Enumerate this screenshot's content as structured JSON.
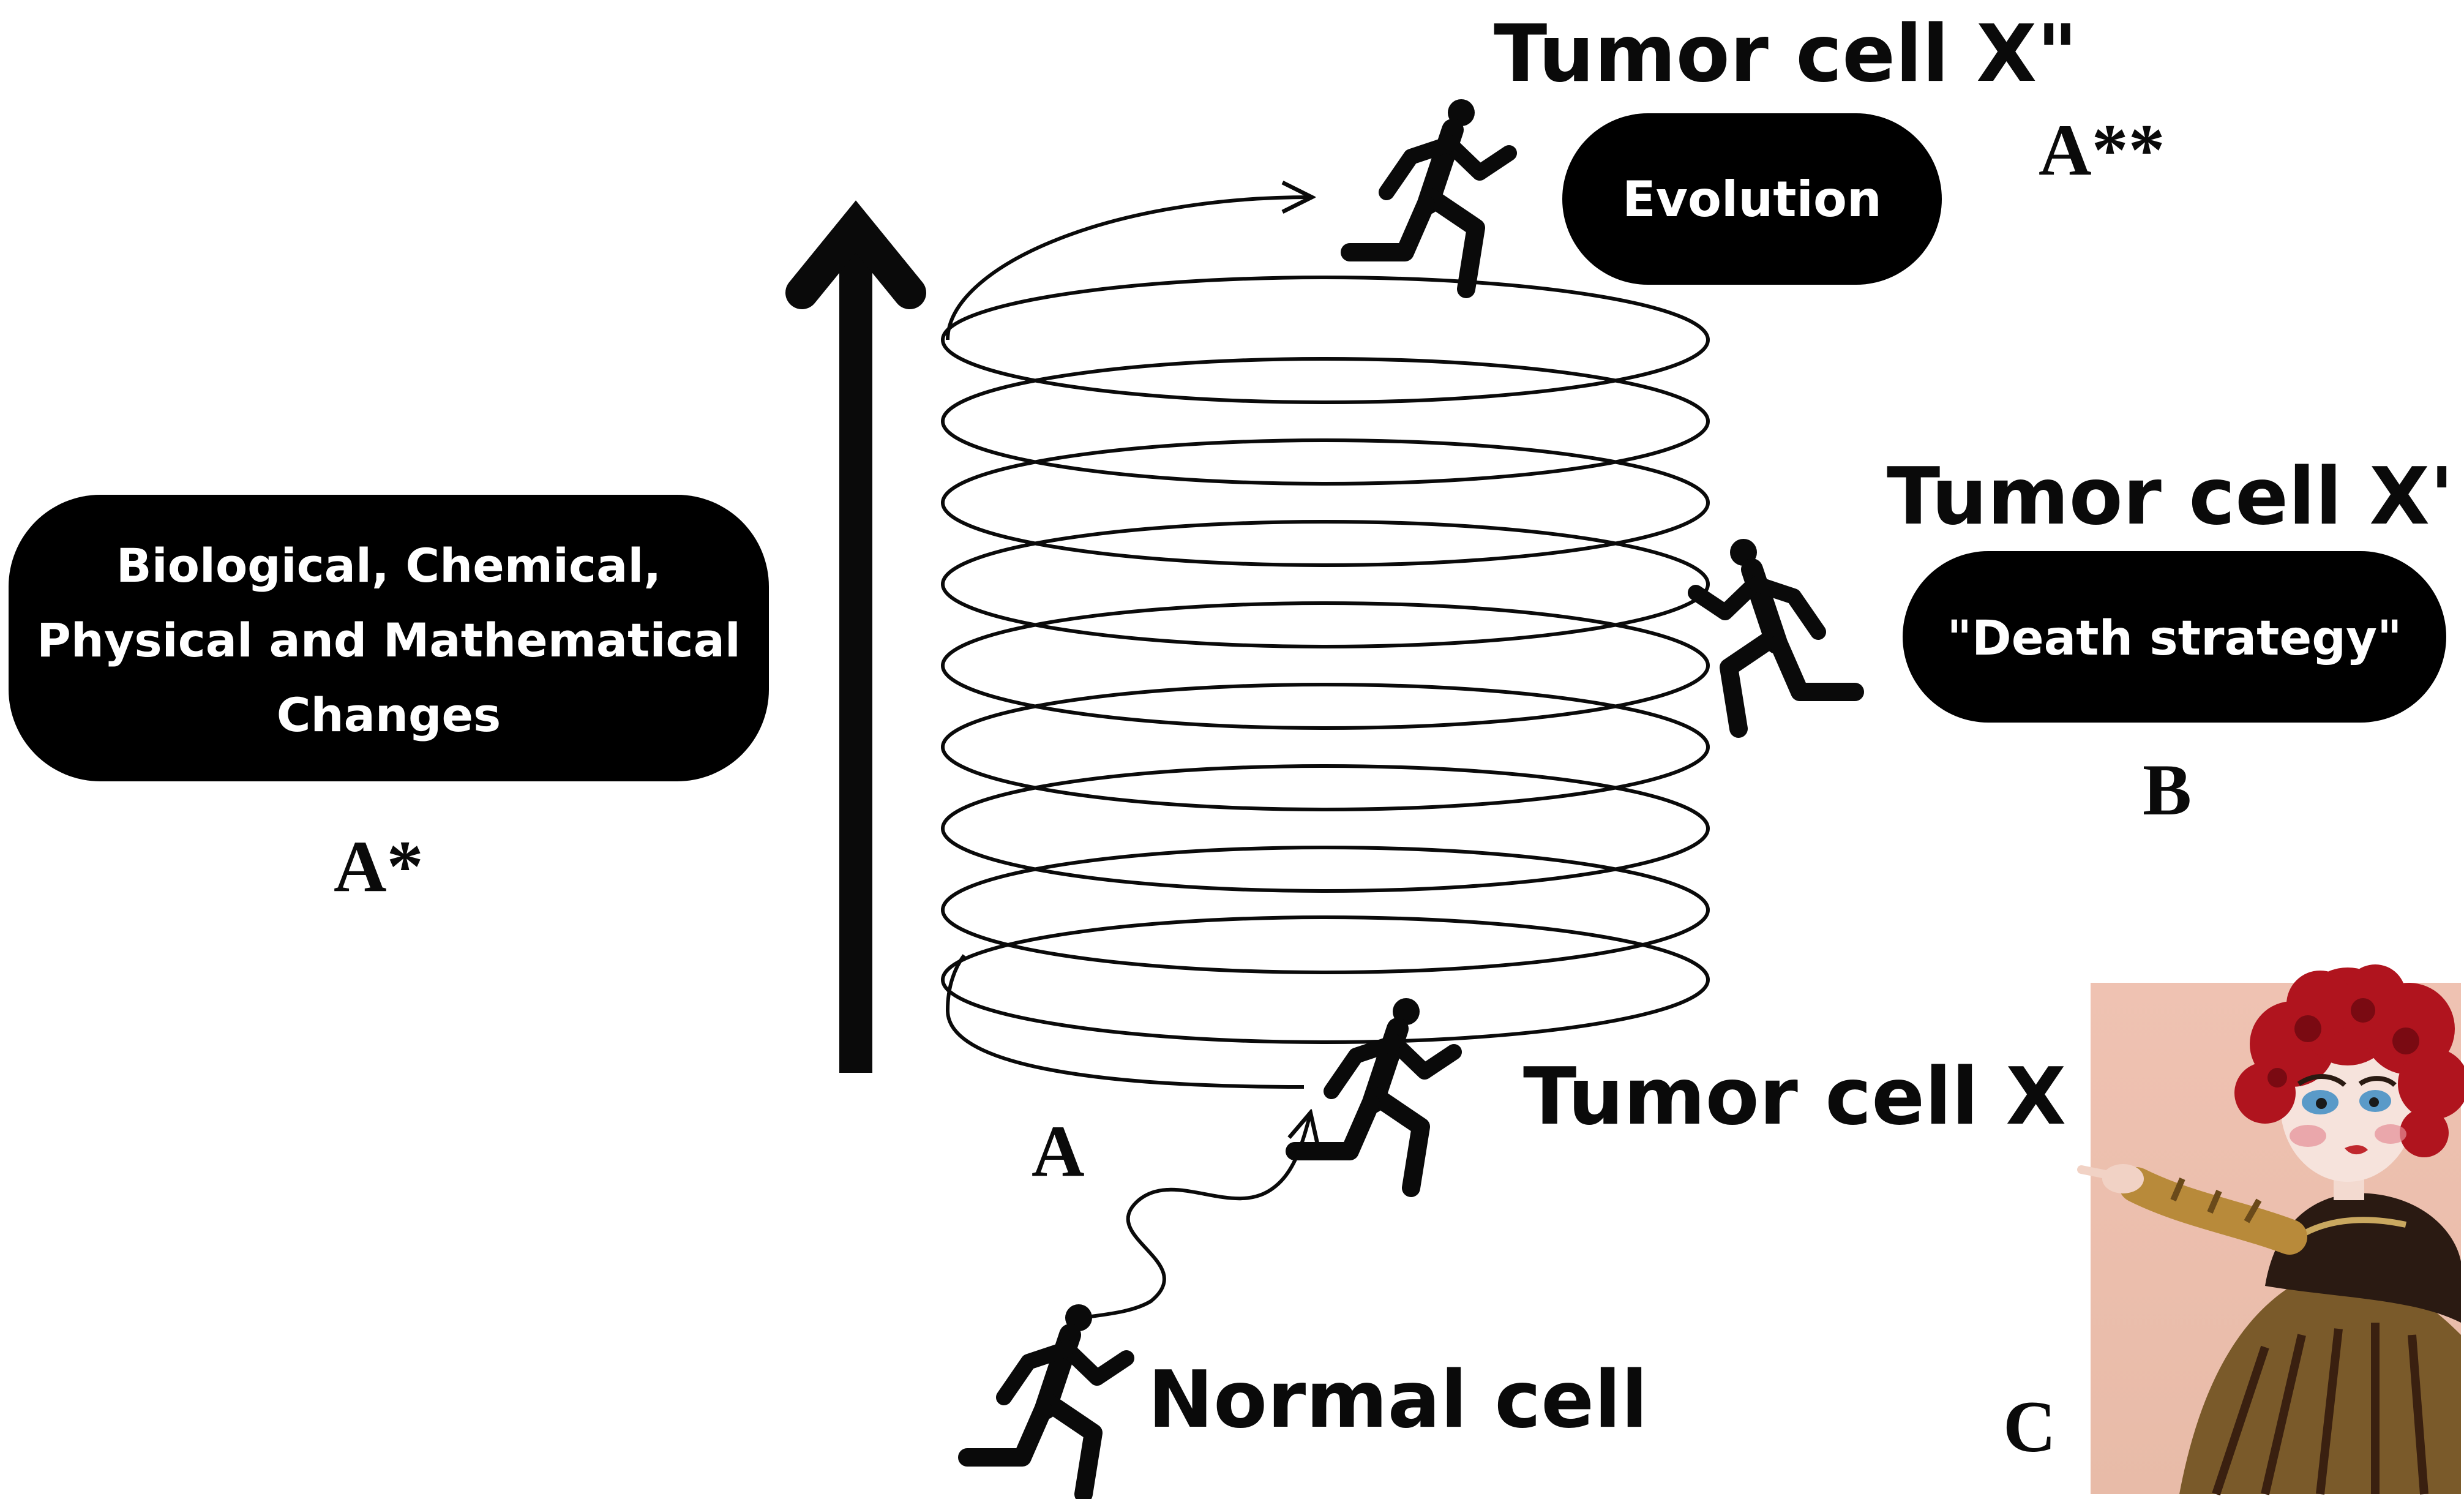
{
  "colors": {
    "ink": "#0a0a0a",
    "pill_fill": "#000000",
    "pill_text": "#ffffff",
    "background": "#ffffff"
  },
  "labels": {
    "tumor_cell_x2": "Tumor cell X\"",
    "a_double_star": "A**",
    "evolution": "Evolution",
    "tumor_cell_x1": "Tumor cell X'",
    "death_strategy": "\"Death strategy\"",
    "panel_b": "B",
    "changes_line1": "Biological, Chemical,",
    "changes_line2": "Physical and Mathematical",
    "changes_line3": "Changes",
    "a_star": "A*",
    "panel_a": "A",
    "tumor_cell_x": "Tumor cell X",
    "normal_cell": "Normal cell",
    "panel_c": "C"
  },
  "icons": {
    "runner": "running-person-icon",
    "spiral": "spiral-icon",
    "up_arrow": "up-arrow-icon",
    "illustration": "red-queen-illustration"
  }
}
